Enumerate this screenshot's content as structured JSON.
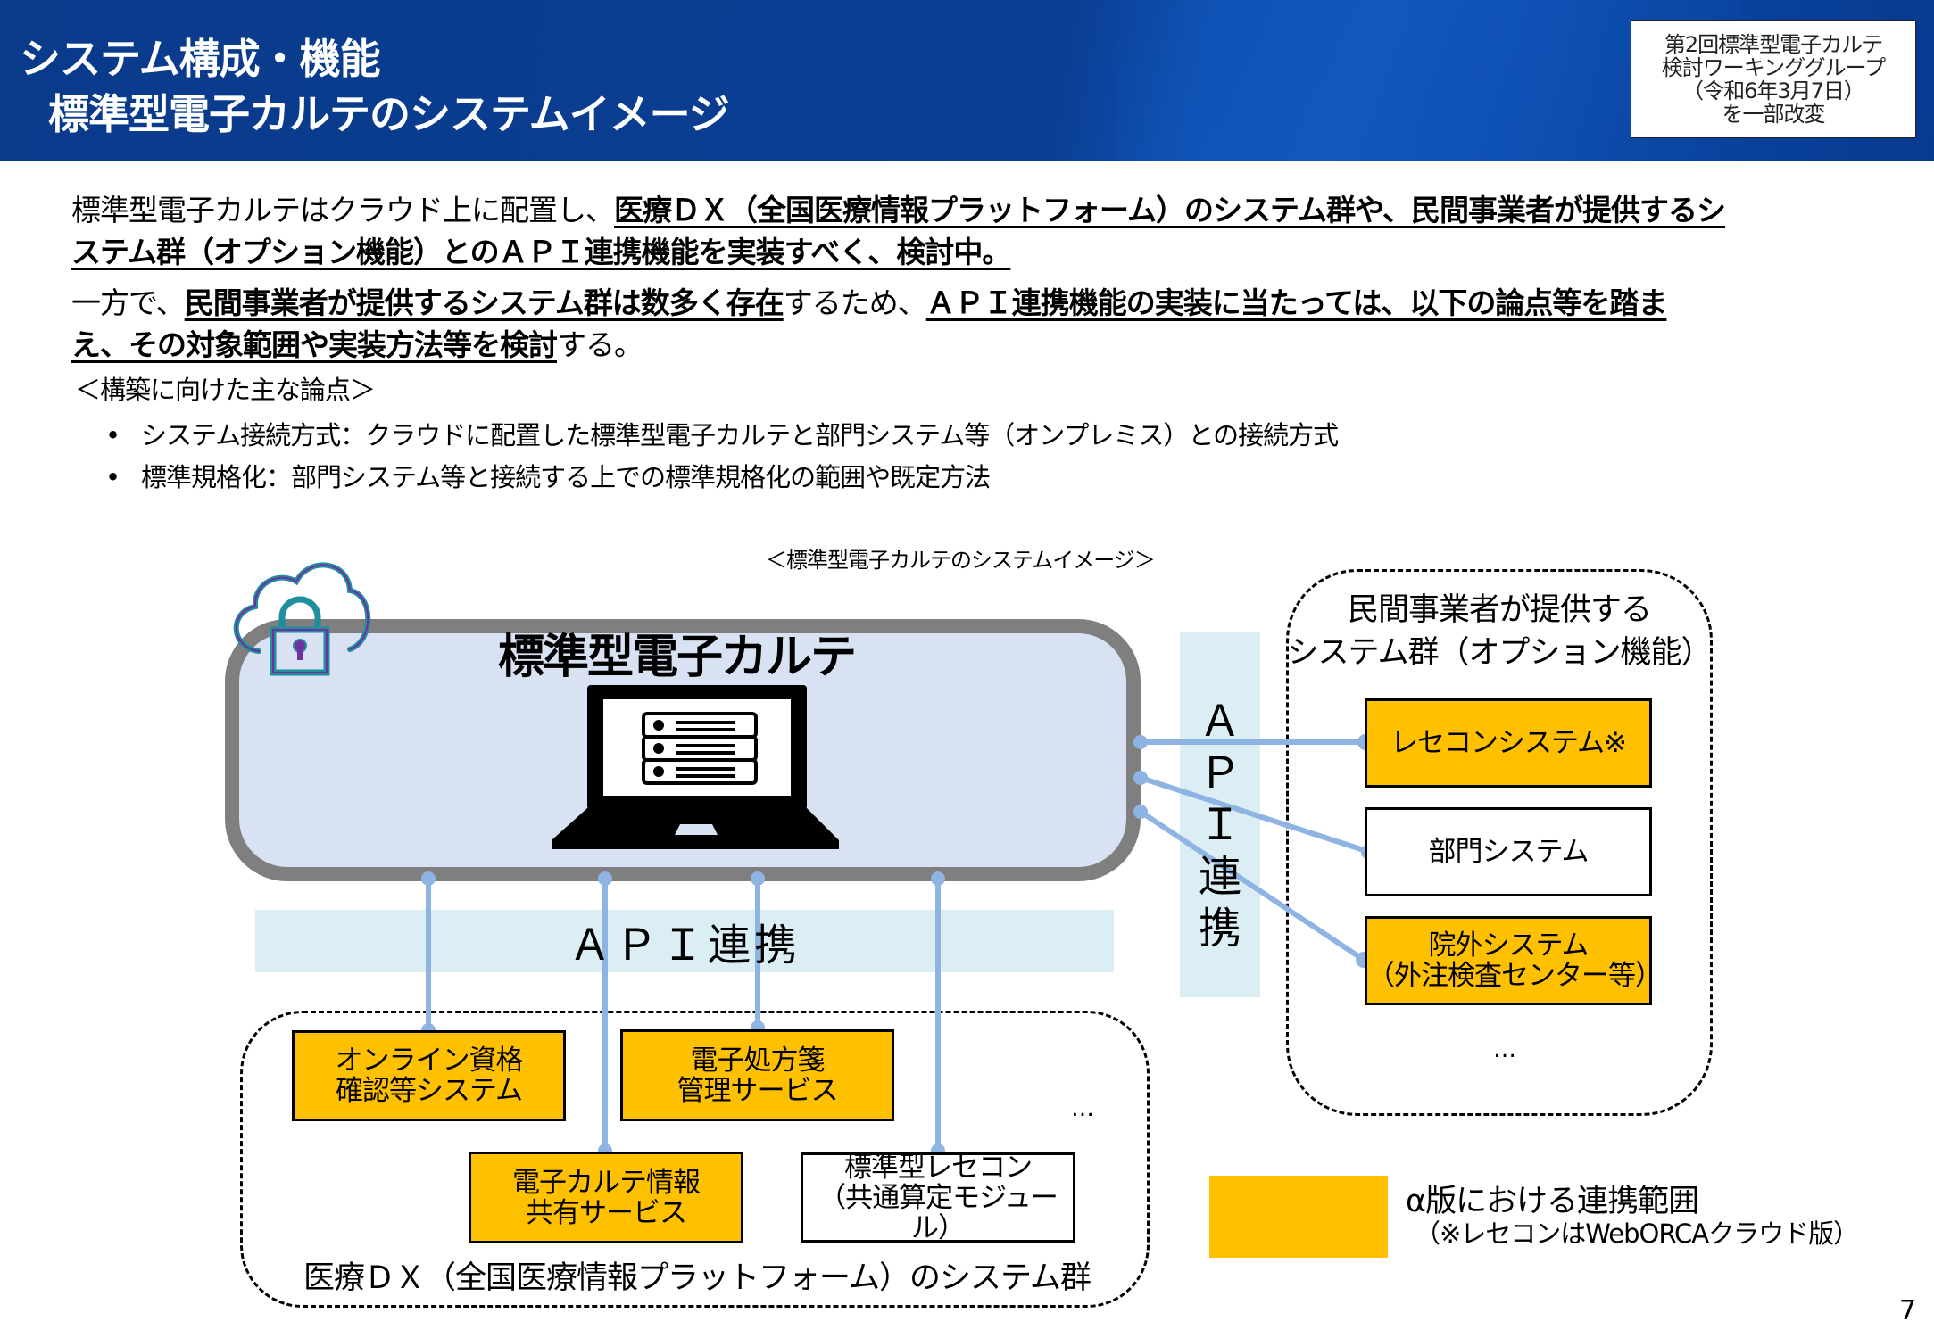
{
  "header": {
    "title_line1": "システム構成・機能",
    "title_line2": "標準型電子カルテのシステムイメージ",
    "meta_box": [
      "第2回標準型電子カルテ",
      "検討ワーキンググループ",
      "（令和6年3月7日）",
      "を一部改変"
    ]
  },
  "intro": {
    "para1": [
      {
        "text": "標準型電子カルテはクラウド上に配置し、",
        "emphasis": false
      },
      {
        "text": "医療ＤＸ（全国医療情報プラットフォーム）のシステム群や、民間事業者が提供するシ",
        "emphasis": true
      }
    ],
    "para1_line2": [
      {
        "text": "ステム群（オプション機能）とのＡＰＩ連携機能を実装すべく、検討中。",
        "emphasis": true
      }
    ],
    "para2_line1": [
      {
        "text": "一方で、",
        "emphasis": false
      },
      {
        "text": "民間事業者が提供するシステム群は数多く存在",
        "emphasis": true
      },
      {
        "text": "するため、",
        "emphasis": false
      },
      {
        "text": "ＡＰＩ連携機能の実装に当たっては、以下の論点等を踏ま",
        "emphasis": true
      }
    ],
    "para2_line2": [
      {
        "text": "え、その対象範囲や実装方法等を検討",
        "emphasis": true
      },
      {
        "text": "する。",
        "emphasis": false
      }
    ],
    "issues_heading": "＜構築に向けた主な論点＞",
    "issues": [
      "システム接続方式：クラウドに配置した標準型電子カルテと部門システム等（オンプレミス）との接続方式",
      "標準規格化：部門システム等と接続する上での標準規格化の範囲や既定方法"
    ],
    "bullet_glyph": "•"
  },
  "diagram": {
    "caption": "＜標準型電子カルテのシステムイメージ＞",
    "main_system": {
      "title": "標準型電子カルテ",
      "icons": [
        "cloud-lock-icon",
        "laptop-server-icon"
      ]
    },
    "api_horizontal_label": "ＡＰＩ連携",
    "api_vertical_label": [
      "Ａ",
      "Ｐ",
      "Ｉ",
      "連",
      "携"
    ],
    "private_group": {
      "title": [
        "民間事業者が提供する",
        "システム群（オプション機能）"
      ],
      "systems": [
        {
          "label": [
            "レセコンシステム※"
          ],
          "alpha_scope": true
        },
        {
          "label": [
            "部門システム"
          ],
          "alpha_scope": false
        },
        {
          "label": [
            "院外システム",
            "（外注検査センター等）"
          ],
          "alpha_scope": true
        }
      ],
      "more": "…"
    },
    "dx_group": {
      "label": "医療ＤＸ（全国医療情報プラットフォーム）のシステム群",
      "systems": [
        {
          "label": [
            "オンライン資格",
            "確認等システム"
          ],
          "alpha_scope": true
        },
        {
          "label": [
            "電子処方箋",
            "管理サービス"
          ],
          "alpha_scope": true
        },
        {
          "label": [
            "電子カルテ情報",
            "共有サービス"
          ],
          "alpha_scope": true
        },
        {
          "label": [
            "標準型レセコン",
            "（共通算定モジュール）"
          ],
          "alpha_scope": false
        }
      ],
      "more": "…"
    },
    "legend": {
      "title": "α版における連携範囲",
      "note": "（※レセコンはWebORCAクラウド版）",
      "color": "#ffc000"
    },
    "colors": {
      "alpha_scope": "#ffc000",
      "main_box_fill": "#d9e2f3",
      "main_box_border": "#7f7f7f",
      "api_band": "#daeef3",
      "connector": "#8eb4e3",
      "header_blue": "#0b3f95"
    }
  },
  "page_number": "7"
}
